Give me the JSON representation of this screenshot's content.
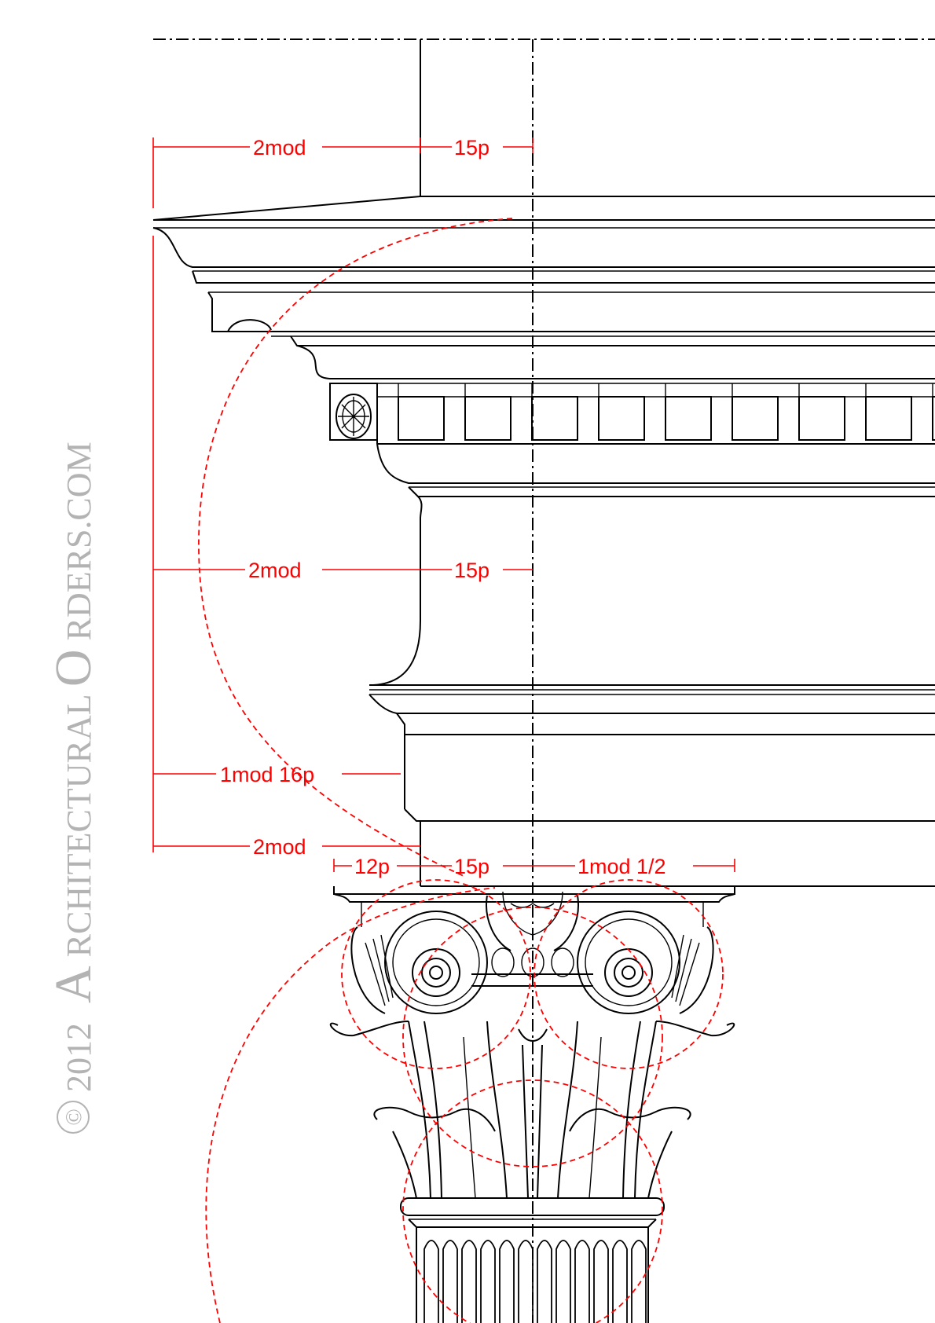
{
  "watermark": {
    "symbol": "©",
    "year": "2012",
    "site_first_cap": "A",
    "site_rest1": "RCHITECTURAL",
    "site_cap2": "O",
    "site_rest2": "RDERS.COM"
  },
  "dimensions": {
    "cornice_projection": "2mod",
    "cornice_half": "15p",
    "frieze_projection": "2mod",
    "frieze_half": "15p",
    "architrave_projection": "1mod 16p",
    "abacus_projection": "2mod",
    "abacus_12p": "12p",
    "abacus_15p": "15p",
    "abacus_half_width": "1mod 1/2"
  },
  "colors": {
    "dimension": "#ff0000",
    "ink": "#000000",
    "watermark": "#b3b3b3"
  }
}
